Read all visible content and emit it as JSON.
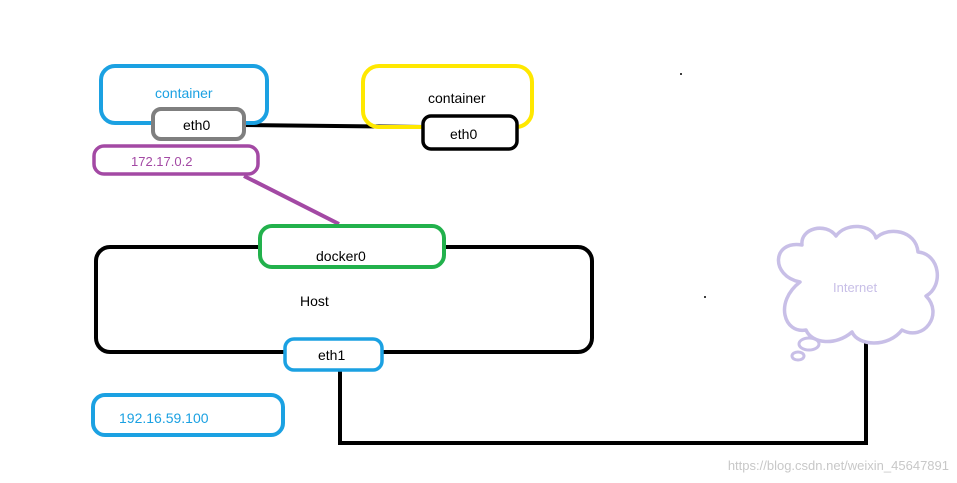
{
  "colors": {
    "container1": "#1ba1e2",
    "container2": "#ffe800",
    "eth0_gray": "#7f7f7f",
    "black": "#000000",
    "ip_purple": "#a349a4",
    "docker0_green": "#22b14c",
    "cloud": "#c8bfe7",
    "watermark": "#c8c8c8"
  },
  "nodes": {
    "container_left": {
      "label": "container"
    },
    "container_left_eth0": {
      "label": "eth0"
    },
    "container_left_ip": {
      "label": "172.17.0.2"
    },
    "container_right": {
      "label": "container"
    },
    "container_right_eth0": {
      "label": "eth0"
    },
    "docker0": {
      "label": "docker0"
    },
    "host": {
      "label": "Host"
    },
    "host_eth1": {
      "label": "eth1"
    },
    "host_ip": {
      "label": "192.16.59.100"
    },
    "internet": {
      "label": "Internet",
      "icon": "cloud-icon"
    }
  },
  "watermark": "https://blog.csdn.net/weixin_45647891"
}
